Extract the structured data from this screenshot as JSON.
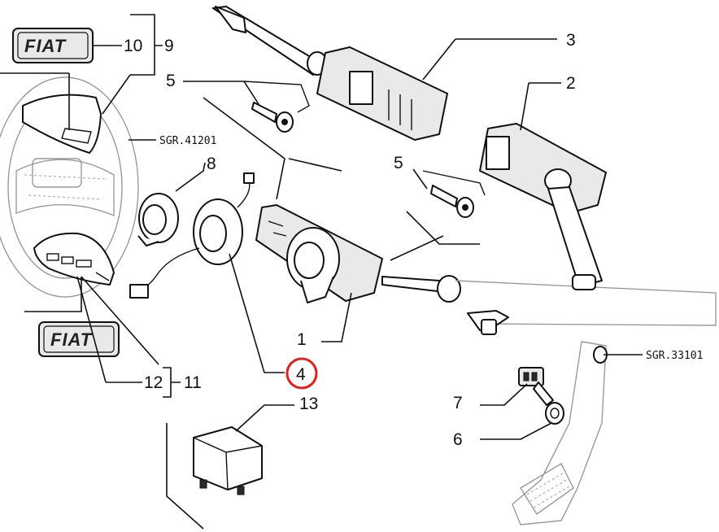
{
  "labels": {
    "p1": "1",
    "p2": "2",
    "p3": "3",
    "p4": "4",
    "p5a": "5",
    "p5b": "5",
    "p6": "6",
    "p7": "7",
    "p8": "8",
    "p9": "9",
    "p10": "10",
    "p11": "11",
    "p12": "12",
    "p13": "13"
  },
  "refs": {
    "steering": "SGR.41201",
    "pedal": "SGR.33101"
  },
  "logos": {
    "top": "FIAT",
    "bottom": "FIAT"
  },
  "highlight": {
    "part": "4",
    "color": "#e0201b"
  }
}
